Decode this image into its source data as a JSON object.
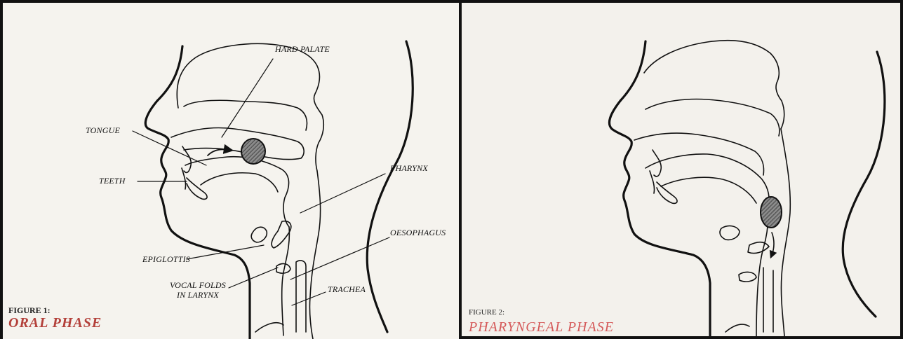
{
  "figure1": {
    "caption": "FIGURE 1:",
    "title": "ORAL PHASE",
    "labels": {
      "hard_palate": "HARD PALATE",
      "tongue": "TONGUE",
      "teeth": "TEETH",
      "pharynx": "PHARYNX",
      "oesophagus": "OESOPHAGUS",
      "epiglottis": "EPIGLOTTIS",
      "vocal_folds_1": "VOCAL FOLDS",
      "vocal_folds_2": "IN LARYNX",
      "trachea": "TRACHEA"
    }
  },
  "figure2": {
    "caption": "FIGURE 2:",
    "title": "PHARYNGEAL PHASE"
  },
  "colors": {
    "title1": "#b3403a",
    "title2": "#d55a5a",
    "bolus": "#555555"
  }
}
